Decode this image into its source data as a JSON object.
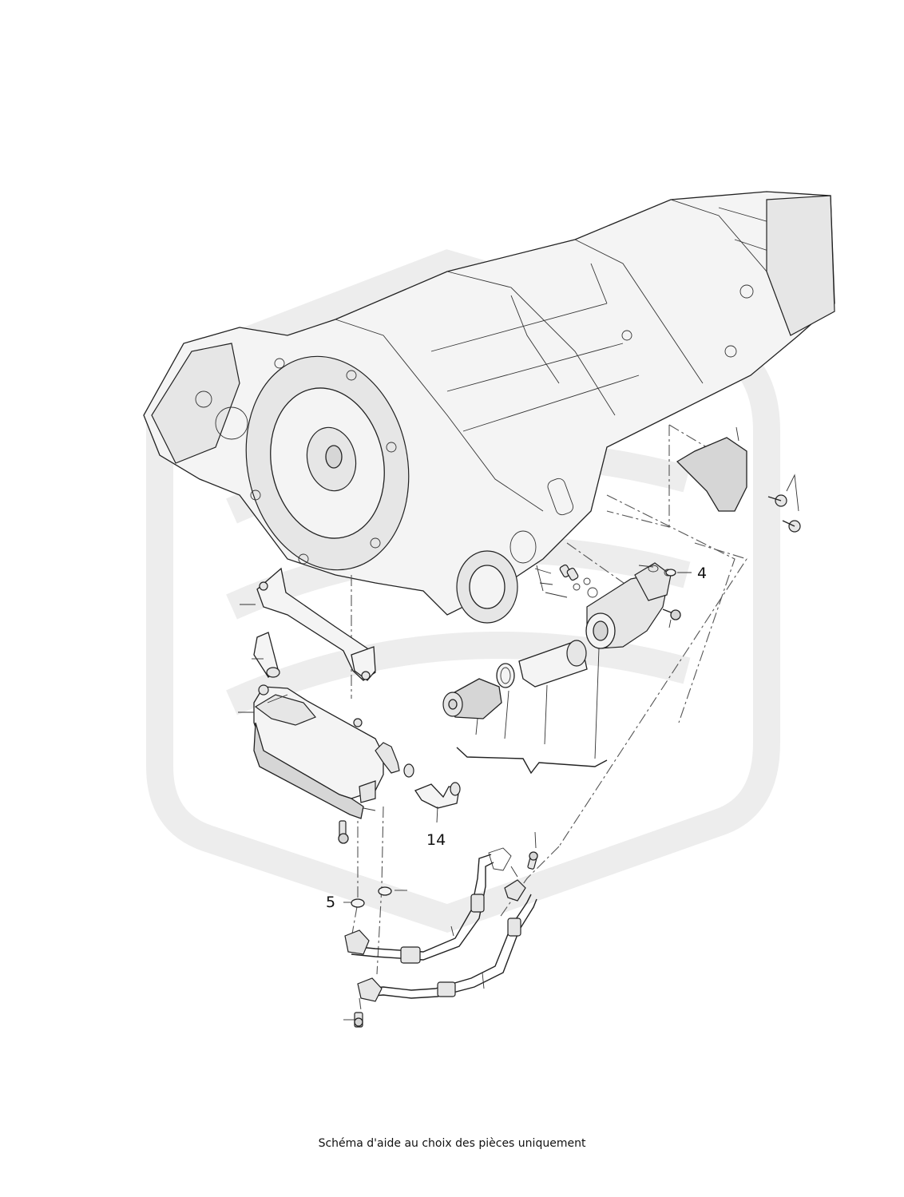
{
  "callouts": {
    "part_4": "4",
    "part_5": "5",
    "part_14": "14"
  },
  "footer": {
    "caption": "Schéma d'aide au choix des pièces uniquement"
  },
  "colors": {
    "line": "#222222",
    "watermark": "#ededed",
    "part_fill": "#f4f4f4"
  }
}
